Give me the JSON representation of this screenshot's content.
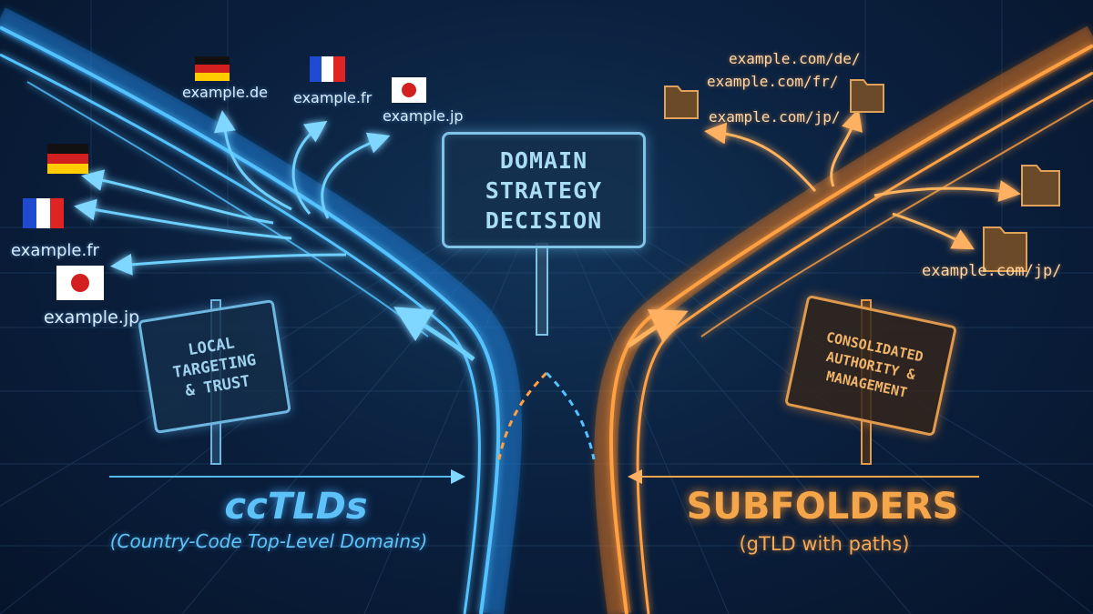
{
  "center_sign": {
    "lines": [
      "DOMAIN",
      "STRATEGY",
      "DECISION"
    ]
  },
  "left_sign": {
    "lines": [
      "LOCAL",
      "TARGETING",
      "& TRUST"
    ]
  },
  "right_sign": {
    "lines": [
      "CONSOLIDATED",
      "AUTHORITY &",
      "MANAGEMENT"
    ]
  },
  "left_branch": {
    "title": "ccTLDs",
    "subtitle": "(Country-Code Top-Level Domains)",
    "labels": [
      "example.de",
      "example.fr",
      "example.jp",
      "example.fr",
      "example.jp"
    ]
  },
  "right_branch": {
    "title": "SUBFOLDERS",
    "subtitle": "(gTLD with paths)",
    "labels": [
      "example.com/de/",
      "example.com/fr/",
      "example.com/jp/",
      "example.com/jp/"
    ]
  },
  "flags": [
    "Germany",
    "France",
    "Japan",
    "Germany",
    "France",
    "Japan"
  ],
  "colors": {
    "left_accent": "#4fc3ff",
    "right_accent": "#ff9d3a",
    "background": "#0b2140"
  }
}
